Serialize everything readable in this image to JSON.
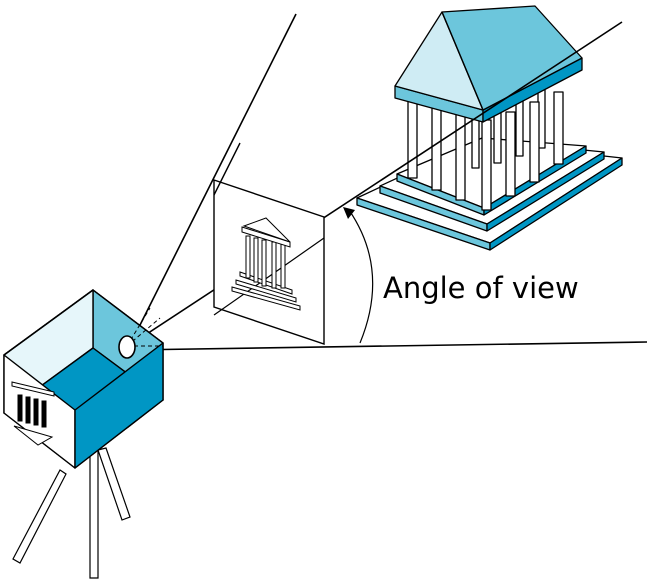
{
  "diagram": {
    "label": "Angle of view",
    "colors": {
      "stroke": "#000000",
      "background": "#ffffff",
      "cyan_light": "#cfecf4",
      "cyan_mid": "#6cc6dc",
      "cyan_dark": "#0096c4",
      "cyan_pale": "#e6f6fa"
    },
    "elements": [
      "pinhole-camera",
      "tripod",
      "pinhole",
      "image-plane",
      "projected-image",
      "temple",
      "view-rays",
      "angle-arc"
    ]
  }
}
